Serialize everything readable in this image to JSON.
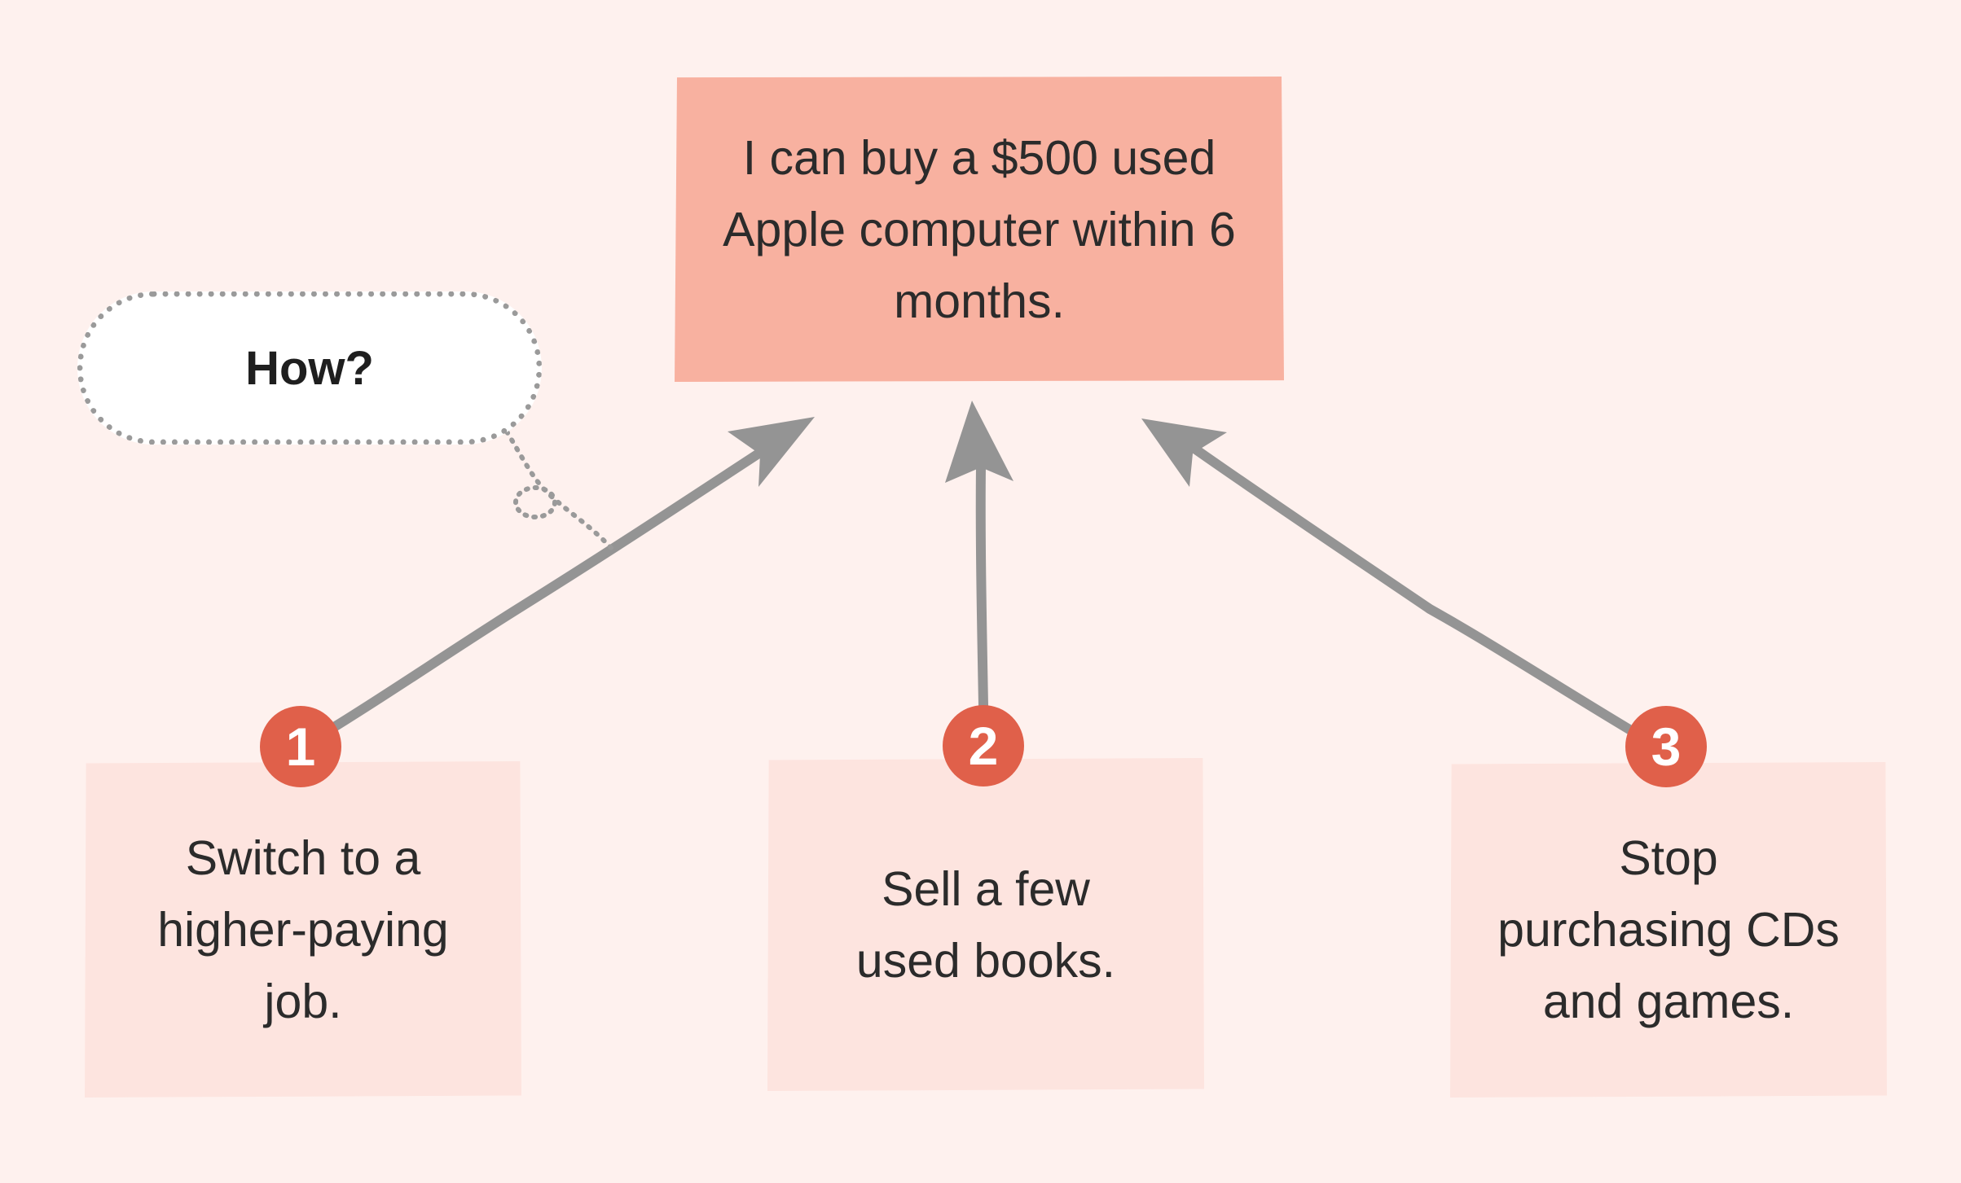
{
  "goal": {
    "text": "I can buy a $500 used Apple computer within 6 months."
  },
  "question": {
    "text": "How?"
  },
  "steps": [
    {
      "number": "1",
      "text": "Switch to a\nhigher-paying\njob."
    },
    {
      "number": "2",
      "text": "Sell a few\nused books."
    },
    {
      "number": "3",
      "text": "Stop\npurchasing CDs\nand games."
    }
  ],
  "colors": {
    "background": "#fef1ee",
    "goal_box": "#f8b1a0",
    "step_box": "#fde4df",
    "badge": "#e0604a",
    "arrow": "#949494",
    "bubble_border": "#9a9a9a"
  }
}
